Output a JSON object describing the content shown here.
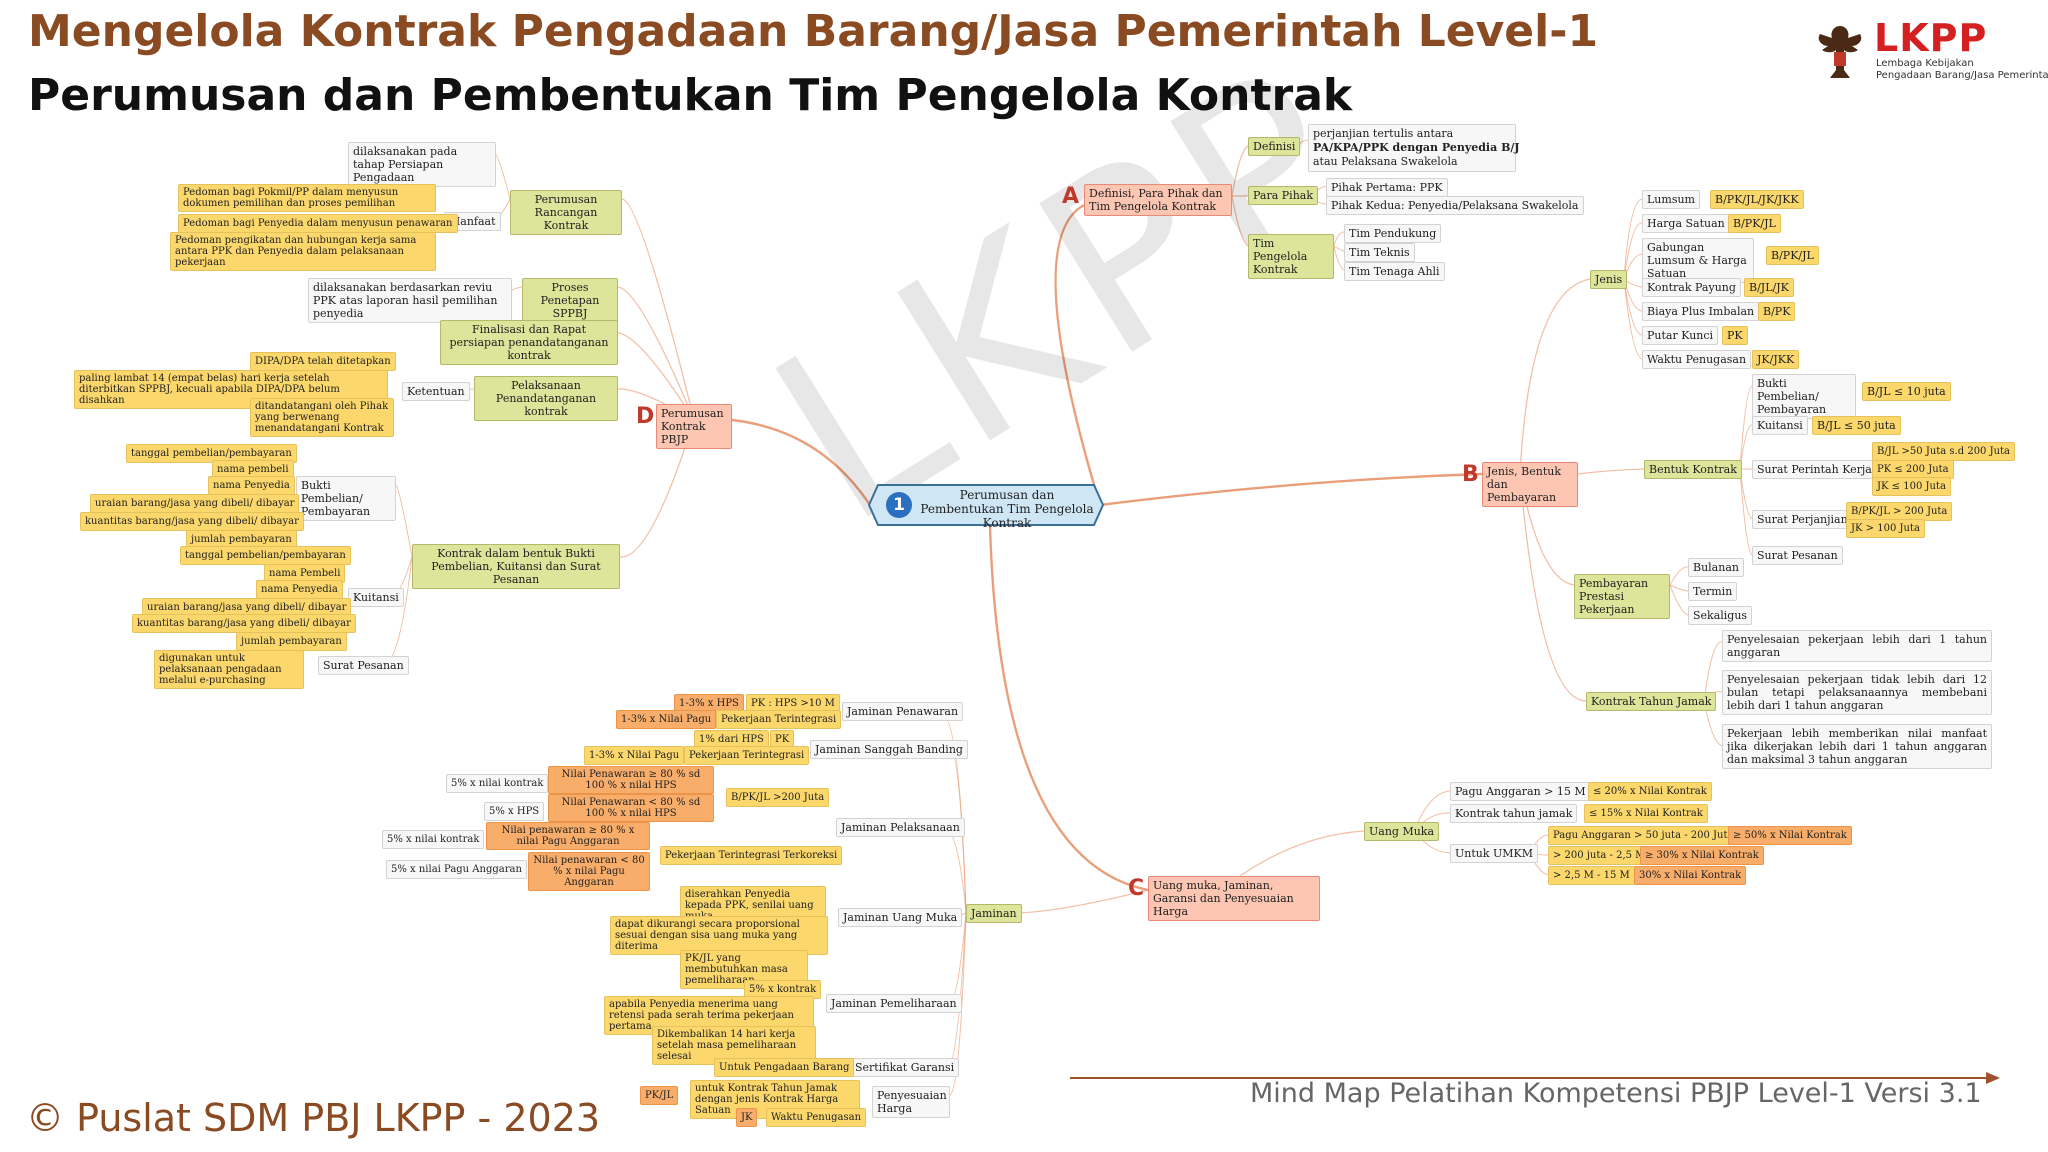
{
  "title": "Mengelola Kontrak Pengadaan Barang/Jasa Pemerintah Level-1",
  "subtitle": "Perumusan dan Pembentukan Tim Pengelola Kontrak",
  "logo": {
    "name": "LKPP",
    "tagline1": "Lembaga Kebijakan",
    "tagline2": "Pengadaan Barang/Jasa Pemerintah"
  },
  "watermark": "LKPP",
  "footer": {
    "copyright": "© Puslat SDM PBJ LKPP - 2023",
    "caption": "Mind Map Pelatihan Kompetensi PBJP Level-1 Versi 3.1"
  },
  "colors": {
    "title": "#8a4a22",
    "branch_line": "#e8956b",
    "root_fill": "#cfe6f5",
    "badge": "#c0392b"
  },
  "root": {
    "number": "1",
    "label": "Perumusan dan Pembentukan Tim Pengelola Kontrak"
  },
  "A": {
    "badge": "A",
    "label": "Definisi, Para Pihak dan Tim Pengelola Kontrak",
    "definisi": "Definisi",
    "definisi_text": [
      "perjanjian tertulis antara",
      "PA/KPA/PPK dengan Penyedia B/J",
      "atau Pelaksana Swakelola"
    ],
    "para_pihak": "Para Pihak",
    "pihak_pertama": "Pihak Pertama: PPK",
    "pihak_kedua": "Pihak Kedua: Penyedia/Pelaksana Swakelola",
    "tim": "Tim Pengelola Kontrak",
    "tim_items": [
      "Tim Pendukung",
      "Tim Teknis",
      "Tim Tenaga Ahli"
    ]
  },
  "B": {
    "badge": "B",
    "label": "Jenis, Bentuk dan Pembayaran",
    "jenis": "Jenis",
    "jenis_items": [
      {
        "label": "Lumsum",
        "tag": "B/PK/JL/JK/JKK"
      },
      {
        "label": "Harga Satuan",
        "tag": "B/PK/JL"
      },
      {
        "label": "Gabungan Lumsum & Harga Satuan",
        "tag": "B/PK/JL"
      },
      {
        "label": "Kontrak Payung",
        "tag": "B/JL/JK"
      },
      {
        "label": "Biaya Plus Imbalan",
        "tag": "B/PK"
      },
      {
        "label": "Putar Kunci",
        "tag": "PK"
      },
      {
        "label": "Waktu Penugasan",
        "tag": "JK/JKK"
      }
    ],
    "bentuk": "Bentuk Kontrak",
    "bukti": "Bukti Pembelian/ Pembayaran",
    "bukti_tag": "B/JL ≤ 10 juta",
    "kuitansi": "Kuitansi",
    "kuitansi_tag": "B/JL ≤ 50 juta",
    "spk": "Surat Perintah Kerja",
    "spk_tags": [
      "B/JL >50 Juta s.d 200 Juta",
      "PK ≤ 200 Juta",
      "JK ≤ 100 Juta"
    ],
    "sp": "Surat Perjanjian",
    "sp_tags": [
      "B/PK/JL > 200 Juta",
      "JK > 100 Juta"
    ],
    "pesanan": "Surat Pesanan",
    "pembayaran": "Pembayaran Prestasi Pekerjaan",
    "pembayaran_items": [
      "Bulanan",
      "Termin",
      "Sekaligus"
    ],
    "tahun_jamak": "Kontrak Tahun Jamak",
    "tahun_jamak_items": [
      "Penyelesaian pekerjaan lebih dari 1 tahun anggaran",
      "Penyelesaian pekerjaan tidak lebih dari 12 bulan tetapi pelaksanaannya membebani lebih dari 1 tahun anggaran",
      "Pekerjaan lebih memberikan nilai manfaat jika dikerjakan lebih dari 1 tahun anggaran dan maksimal 3 tahun anggaran"
    ]
  },
  "C": {
    "badge": "C",
    "label": "Uang muka, Jaminan, Garansi dan Penyesuaian Harga",
    "uang_muka": "Uang Muka",
    "pagu": "Pagu Anggaran > 15 M",
    "pagu_tag": "≤ 20% x Nilai Kontrak",
    "tahun_jamak": "Kontrak tahun jamak",
    "tahun_jamak_tag": "≤ 15% x Nilai Kontrak",
    "umkm": "Untuk UMKM",
    "umkm_rows": [
      {
        "cond": "Pagu Anggaran > 50 juta - 200 Juta",
        "val": "≥ 50% x Nilai Kontrak"
      },
      {
        "cond": "> 200 juta - 2,5 M",
        "val": "≥ 30% x Nilai Kontrak"
      },
      {
        "cond": "> 2,5 M - 15 M",
        "val": "30% x Nilai Kontrak"
      }
    ],
    "jaminan": "Jaminan",
    "penawaran": "Jaminan Penawaran",
    "penawaran_rows": [
      {
        "val": "1-3% x HPS",
        "cond": "PK : HPS >10 M"
      },
      {
        "val": "1-3% x Nilai Pagu",
        "cond": "Pekerjaan Terintegrasi"
      }
    ],
    "sanggah": "Jaminan Sanggah Banding",
    "sanggah_rows": [
      {
        "val": "1% dari HPS",
        "cond": "PK"
      },
      {
        "val": "1-3% x Nilai Pagu",
        "cond": "Pekerjaan Terintegrasi"
      }
    ],
    "pelaksanaan": "Jaminan Pelaksanaan",
    "pelaksanaan_tag": "B/PK/JL >200 Juta",
    "pelaksanaan_tag2": "Pekerjaan Terintegrasi Terkoreksi",
    "pelaksanaan_rows": [
      {
        "val": "5% x nilai kontrak",
        "cond": "Nilai Penawaran ≥ 80 % sd 100 % x nilai HPS"
      },
      {
        "val": "5% x HPS",
        "cond": "Nilai Penawaran < 80 % sd 100 % x nilai HPS"
      },
      {
        "val": "5% x nilai kontrak",
        "cond": "Nilai penawaran ≥ 80 % x nilai Pagu Anggaran"
      },
      {
        "val": "5% x nilai Pagu Anggaran",
        "cond": "Nilai penawaran < 80 % x nilai Pagu Anggaran"
      }
    ],
    "uang_muka_j": "Jaminan Uang Muka",
    "uang_muka_items": [
      "diserahkan Penyedia kepada PPK, senilai uang muka",
      "dapat dikurangi secara proporsional sesuai dengan sisa uang muka yang diterima"
    ],
    "pemeliharaan": "Jaminan Pemeliharaan",
    "pemeliharaan_items": [
      "PK/JL yang membutuhkan masa pemeliharaan",
      "5% x kontrak",
      "apabila Penyedia menerima uang retensi pada serah terima pekerjaan pertama",
      "Dikembalikan 14 hari kerja setelah masa pemeliharaan selesai"
    ],
    "garansi": "Sertifikat Garansi",
    "garansi_item": "Untuk Pengadaan Barang",
    "penyesuaian": "Penyesuaian Harga",
    "penyesuaian_rows": [
      {
        "tag": "PK/JL",
        "item": "untuk Kontrak Tahun Jamak dengan jenis Kontrak Harga Satuan"
      },
      {
        "tag": "JK",
        "item": "Waktu Penugasan"
      }
    ]
  },
  "D": {
    "badge": "D",
    "label": "Perumusan Kontrak PBJP",
    "rancangan": "Perumusan Rancangan Kontrak",
    "rancangan_note": "dilaksanakan pada tahap Persiapan Pengadaan",
    "manfaat": "Manfaat",
    "manfaat_items": [
      "Pedoman bagi Pokmil/PP dalam menyusun dokumen pemilihan dan proses pemilihan",
      "Pedoman bagi Penyedia dalam menyusun penawaran",
      "Pedoman pengikatan dan hubungan kerja sama antara PPK dan Penyedia dalam pelaksanaan pekerjaan"
    ],
    "penetapan": "Proses Penetapan SPPBJ",
    "penetapan_note": "dilaksanakan berdasarkan reviu PPK atas laporan hasil pemilihan penyedia",
    "finalisasi": "Finalisasi dan Rapat persiapan penandatanganan kontrak",
    "pelaksanaan": "Pelaksanaan Penandatanganan kontrak",
    "ketentuan": "Ketentuan",
    "ketentuan_items": [
      "DIPA/DPA telah ditetapkan",
      "paling lambat 14 (empat belas) hari kerja setelah diterbitkan SPPBJ, kecuali apabila DIPA/DPA belum disahkan",
      "ditandatangani oleh Pihak yang berwenang menandatangani Kontrak"
    ],
    "bukti_kontrak": "Kontrak dalam bentuk Bukti Pembelian, Kuitansi dan Surat Pesanan",
    "bukti": "Bukti Pembelian/ Pembayaran",
    "bukti_items": [
      "tanggal pembelian/pembayaran",
      "nama pembeli",
      "nama Penyedia",
      "uraian barang/jasa yang dibeli/ dibayar",
      "kuantitas barang/jasa yang dibeli/ dibayar",
      "jumlah pembayaran"
    ],
    "kuitansi": "Kuitansi",
    "kuitansi_items": [
      "tanggal pembelian/pembayaran",
      "nama Pembeli",
      "nama Penyedia",
      "uraian barang/jasa yang dibeli/ dibayar",
      "kuantitas barang/jasa yang dibeli/ dibayar",
      "jumlah pembayaran"
    ],
    "pesanan": "Surat Pesanan",
    "pesanan_item": "digunakan untuk pelaksanaan pengadaan melalui e-purchasing"
  }
}
